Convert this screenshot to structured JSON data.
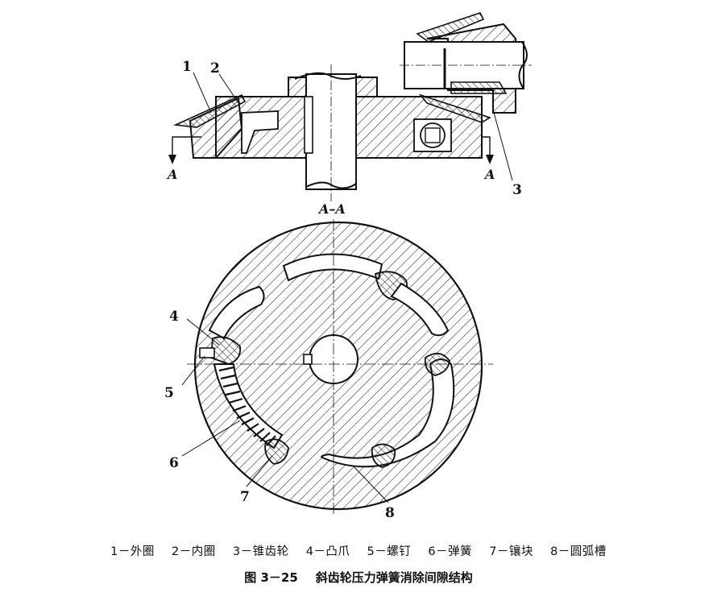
{
  "callouts": {
    "c1": "1",
    "c2": "2",
    "c3": "3",
    "c4": "4",
    "c5": "5",
    "c6": "6",
    "c7": "7",
    "c8": "8"
  },
  "section_marks": {
    "left_arrow": "A",
    "right_arrow": "A",
    "view_title": "A–A"
  },
  "legend": [
    "1－外圈",
    "2－内圈",
    "3－锥齿轮",
    "4－凸爪",
    "5－螺钉",
    "6－弹簧",
    "7－镶块",
    "8－圆弧槽"
  ],
  "caption": {
    "number": "图 3－25",
    "title": "斜齿轮压力弹簧消除间隙结构"
  }
}
